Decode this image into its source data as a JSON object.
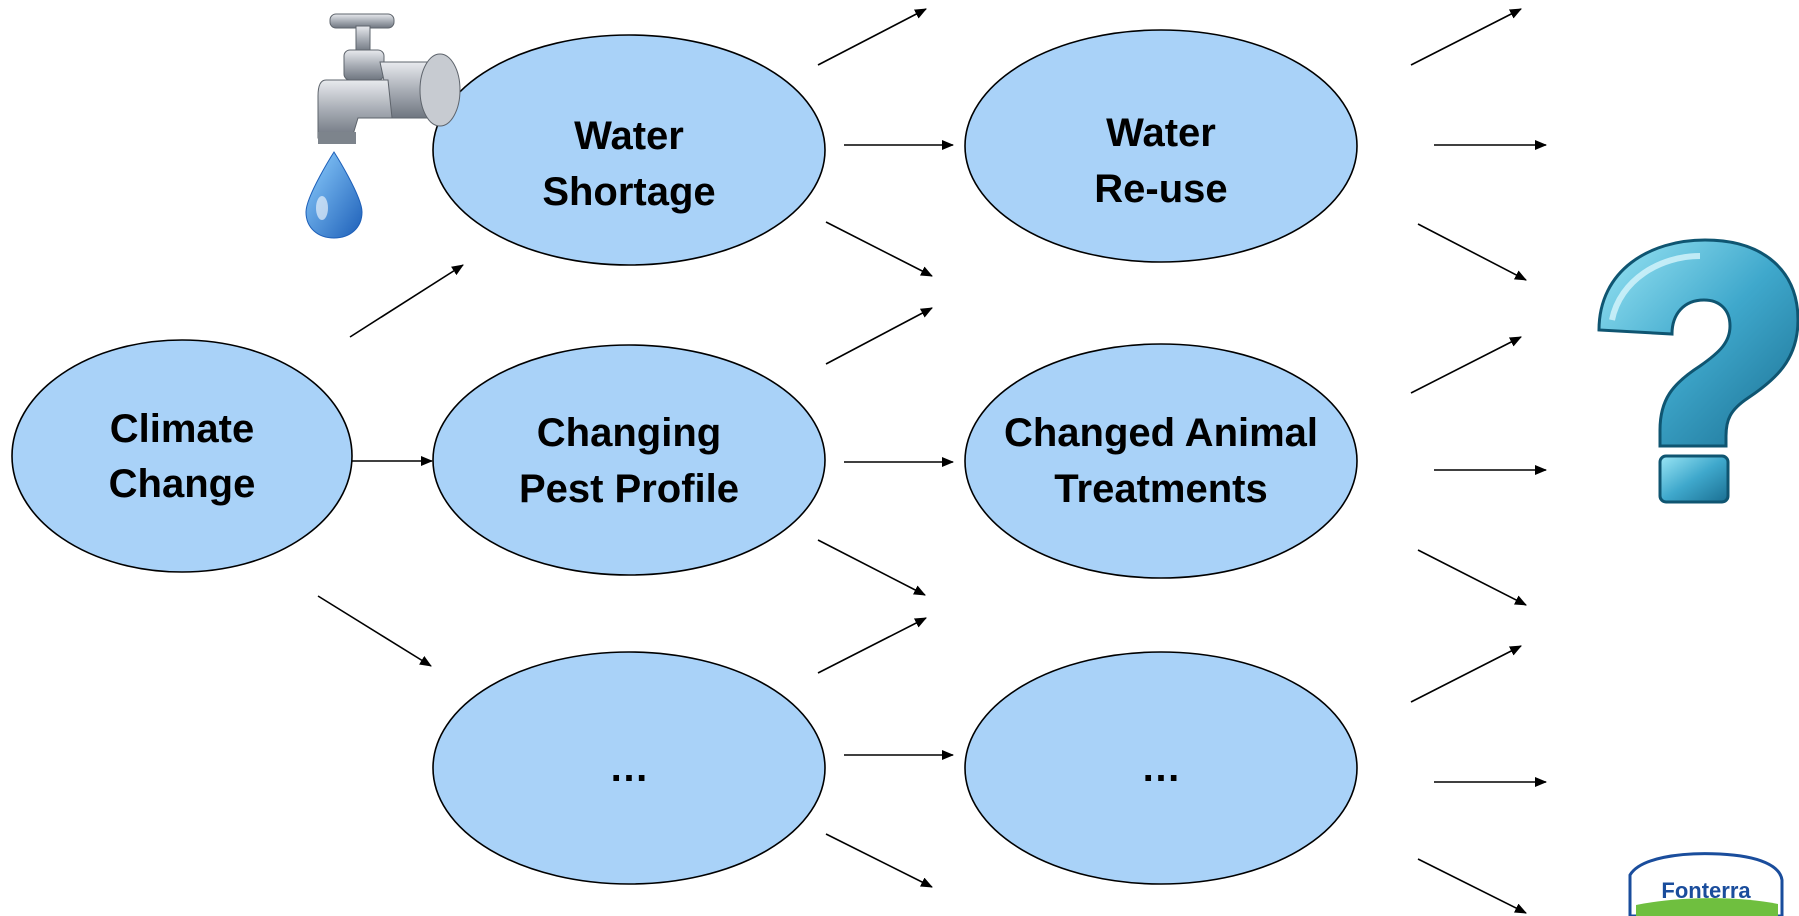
{
  "nodes": {
    "climate_change": {
      "line1": "Climate",
      "line2": "Change"
    },
    "water_shortage": {
      "line1": "Water",
      "line2": "Shortage"
    },
    "changing_pest_profile": {
      "line1": "Changing",
      "line2": "Pest Profile"
    },
    "unknown_middle": {
      "line1": "…"
    },
    "water_reuse": {
      "line1": "Water",
      "line2": "Re-use"
    },
    "changed_animal_treatments": {
      "line1": "Changed Animal",
      "line2": "Treatments"
    },
    "unknown_right": {
      "line1": "…"
    }
  },
  "decorations": {
    "faucet_icon": "tap-with-water-drop",
    "question_icon": "question-mark",
    "brand_logo": "Fonterra"
  },
  "colors": {
    "node_fill": "#a9d2f8",
    "question_fill": "#3fa8cc",
    "drop_fill": "#2a7fd4"
  }
}
